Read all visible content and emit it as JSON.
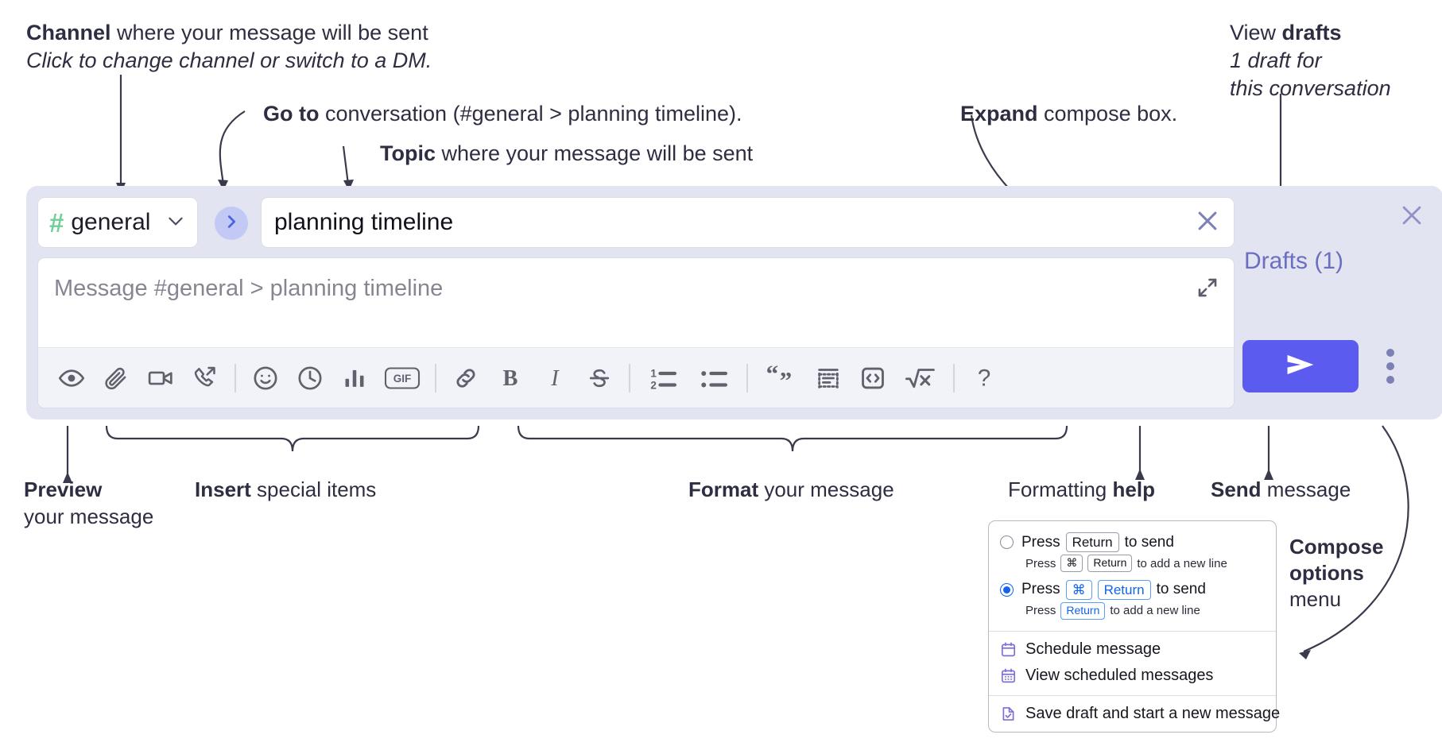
{
  "annotations": {
    "channel": {
      "bold": "Channel",
      "rest": " where your message will be sent",
      "italic": "Click to change channel or switch to a DM."
    },
    "goto": {
      "bold": "Go to",
      "rest": " conversation (#general > planning timeline)."
    },
    "topic": {
      "bold": "Topic",
      "rest": " where your message will be sent"
    },
    "expand": {
      "bold": "Expand",
      "rest": " compose box."
    },
    "drafts": {
      "rest": "View ",
      "bold": "drafts",
      "italic1": "1 draft for",
      "italic2": "this conversation"
    },
    "preview": {
      "bold": "Preview",
      "rest": "your message"
    },
    "insert": {
      "bold": "Insert",
      "rest": " special items"
    },
    "format": {
      "bold": "Format",
      "rest": " your message"
    },
    "help": {
      "rest": "Formatting ",
      "bold": "help"
    },
    "send": {
      "bold": "Send",
      "rest": " message"
    },
    "composeoptions": {
      "bold1": "Compose",
      "bold2": "options",
      "rest": "menu"
    }
  },
  "compose": {
    "channel": {
      "hash": "#",
      "name": "general",
      "caret_icon": "chevron-down-icon"
    },
    "goto_icon": "chevron-right-icon",
    "topic": {
      "value": "planning timeline",
      "clear_icon": "close-icon"
    },
    "message": {
      "placeholder": "Message #general > planning timeline",
      "value": "",
      "expand_icon": "expand-icon"
    },
    "close_icon": "close-icon",
    "drafts_label": "Drafts (1)",
    "send_icon": "send-paper-plane-icon",
    "overflow_icon": "more-vertical-icon",
    "accent_color": "#5b5bf0",
    "panel_color": "#e3e4f2",
    "hash_color": "#6fce9a",
    "drafts_color": "#6b6fbf",
    "toolbar": [
      {
        "name": "preview-button",
        "icon": "eye-icon"
      },
      {
        "name": "attach-file-button",
        "icon": "paperclip-icon"
      },
      {
        "name": "record-video-button",
        "icon": "video-camera-icon"
      },
      {
        "name": "record-audio-button",
        "icon": "phone-arrow-icon"
      },
      {
        "name": "separator-1",
        "icon": "divider"
      },
      {
        "name": "emoji-button",
        "icon": "smiley-icon"
      },
      {
        "name": "reminder-button",
        "icon": "clock-icon"
      },
      {
        "name": "poll-button",
        "icon": "bar-chart-icon"
      },
      {
        "name": "gif-button",
        "icon": "gif-icon"
      },
      {
        "name": "separator-2",
        "icon": "divider"
      },
      {
        "name": "link-button",
        "icon": "link-icon"
      },
      {
        "name": "bold-button",
        "icon": "bold-icon"
      },
      {
        "name": "italic-button",
        "icon": "italic-icon"
      },
      {
        "name": "strikethrough-button",
        "icon": "strikethrough-icon"
      },
      {
        "name": "separator-3",
        "icon": "divider"
      },
      {
        "name": "ordered-list-button",
        "icon": "ordered-list-icon"
      },
      {
        "name": "bulleted-list-button",
        "icon": "bulleted-list-icon"
      },
      {
        "name": "separator-4",
        "icon": "divider"
      },
      {
        "name": "blockquote-button",
        "icon": "quote-icon"
      },
      {
        "name": "code-block-button",
        "icon": "code-block-icon"
      },
      {
        "name": "code-button",
        "icon": "code-inline-icon"
      },
      {
        "name": "math-button",
        "icon": "square-root-icon"
      },
      {
        "name": "separator-5",
        "icon": "divider"
      },
      {
        "name": "formatting-help-button",
        "icon": "question-mark-icon"
      }
    ]
  },
  "menu": {
    "options": [
      {
        "selected": false,
        "press": "Press",
        "keys": [
          "Return"
        ],
        "suffix": "to send",
        "sub_press": "Press",
        "sub_keys": [
          "⌘",
          "Return"
        ],
        "sub_suffix": "to add a new line"
      },
      {
        "selected": true,
        "press": "Press",
        "keys": [
          "⌘",
          "Return"
        ],
        "suffix": "to send",
        "sub_press": "Press",
        "sub_keys": [
          "Return"
        ],
        "sub_suffix": "to add a new line"
      }
    ],
    "items": [
      {
        "icon": "calendar-clock-icon",
        "label": "Schedule message"
      },
      {
        "icon": "calendar-grid-icon",
        "label": "View scheduled messages"
      },
      {
        "icon": "document-check-icon",
        "label": "Save draft and start a new message"
      }
    ]
  }
}
